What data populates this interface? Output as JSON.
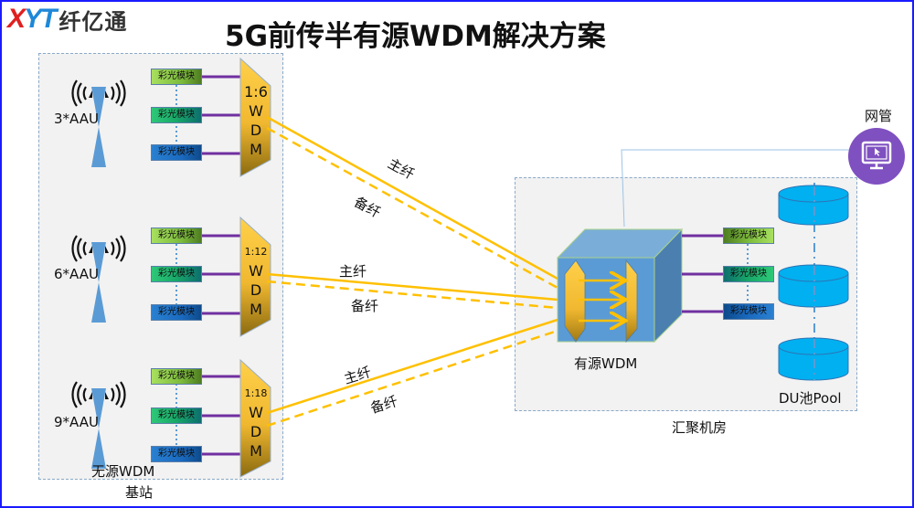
{
  "logo": {
    "brand_latin_part1": "X",
    "brand_latin_part2": "YT",
    "brand_cn": "纤亿通"
  },
  "title": "5G前传半有源WDM解决方案",
  "base_station": {
    "region_label": "基站",
    "passive_wdm_label": "无源WDM",
    "groups": [
      {
        "aau_label": "3*AAU",
        "wdm_ratio": "1:6",
        "wdm_letters": [
          "W",
          "D",
          "M"
        ],
        "modules": [
          "彩光模块",
          "彩光模块",
          "彩光模块"
        ]
      },
      {
        "aau_label": "6*AAU",
        "wdm_ratio": "1:12",
        "wdm_letters": [
          "W",
          "D",
          "M"
        ],
        "modules": [
          "彩光模块",
          "彩光模块",
          "彩光模块"
        ]
      },
      {
        "aau_label": "9*AAU",
        "wdm_ratio": "1:18",
        "wdm_letters": [
          "W",
          "D",
          "M"
        ],
        "modules": [
          "彩光模块",
          "彩光模块",
          "彩光模块"
        ]
      }
    ]
  },
  "links": [
    {
      "primary_label": "主纤",
      "backup_label": "备纤"
    },
    {
      "primary_label": "主纤",
      "backup_label": "备纤"
    },
    {
      "primary_label": "主纤",
      "backup_label": "备纤"
    }
  ],
  "hub": {
    "region_label": "汇聚机房",
    "active_wdm_label": "有源WDM",
    "modules": [
      "彩光模块",
      "彩光模块",
      "彩光模块"
    ],
    "du_pool_label": "DU池Pool"
  },
  "network_management": {
    "label": "网管",
    "icon": "monitor-cursor-icon"
  },
  "colors": {
    "fiber": "#ffc000",
    "connector": "#7030a0",
    "wdm_fill": "#f5c030",
    "cube_front": "#5b9bd5",
    "du_pool": "#00b0f0",
    "nm_circle": "#7f50c0",
    "antenna": "#5b9bd5",
    "frame_border": "#1a1aff"
  }
}
